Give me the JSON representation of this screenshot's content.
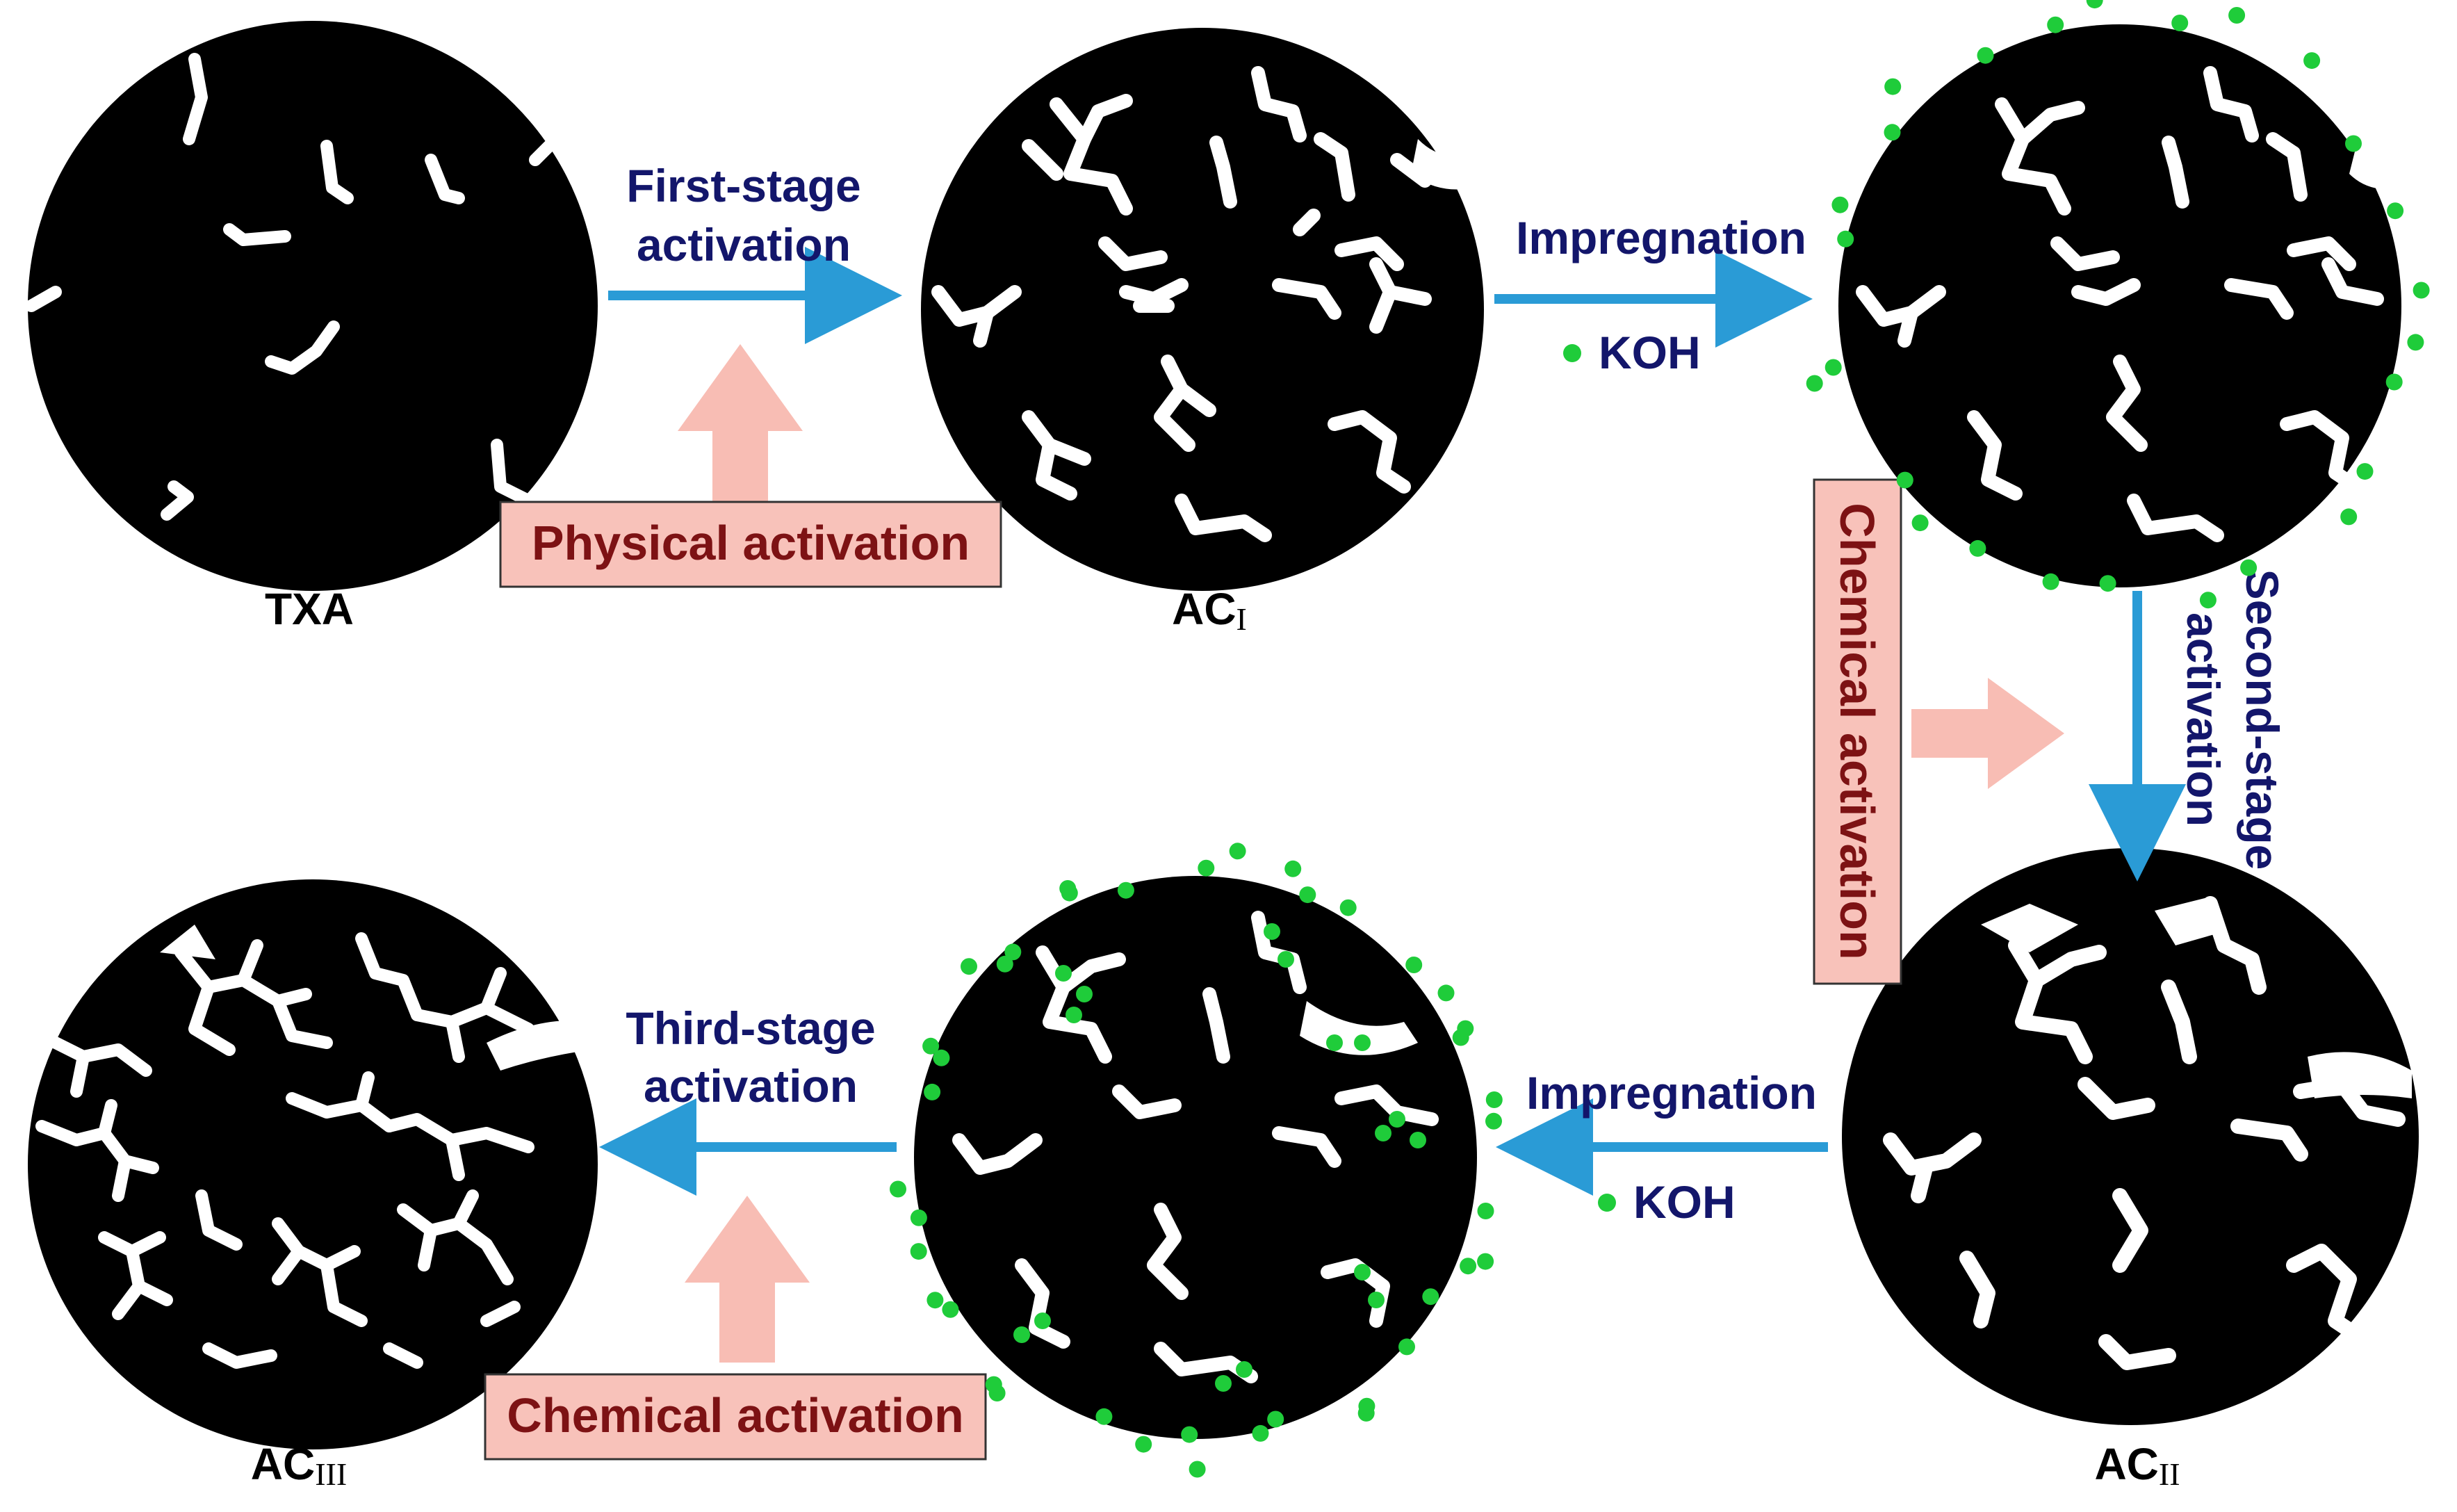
{
  "samples": {
    "txa": {
      "label": "TXA",
      "sub": ""
    },
    "ac1": {
      "label": "AC",
      "sub": "I"
    },
    "ac2": {
      "label": "AC",
      "sub": "II"
    },
    "ac3": {
      "label": "AC",
      "sub": "III"
    }
  },
  "steps": {
    "first": {
      "line1": "First-stage",
      "line2": "activation"
    },
    "second": {
      "line1": "Second-stage",
      "line2": "activation"
    },
    "third": {
      "line1": "Third-stage",
      "line2": "activation"
    },
    "impregnation_top": {
      "label": "Impregnation",
      "agent": "KOH"
    },
    "impregnation_bottom": {
      "label": "Impregnation",
      "agent": "KOH"
    }
  },
  "methods": {
    "physical": "Physical activation",
    "chemical_vertical": "Chemical activation",
    "chemical_bottom": "Chemical activation"
  },
  "colors": {
    "flow_arrow": "#2a9bd6",
    "method_arrow": "#f8bdb4",
    "method_box": "#f8c2ba",
    "method_text": "#7d1214",
    "step_text": "#13166b",
    "koh_dot": "#1fcc3a",
    "particle": "#000000",
    "pore": "#ffffff"
  }
}
